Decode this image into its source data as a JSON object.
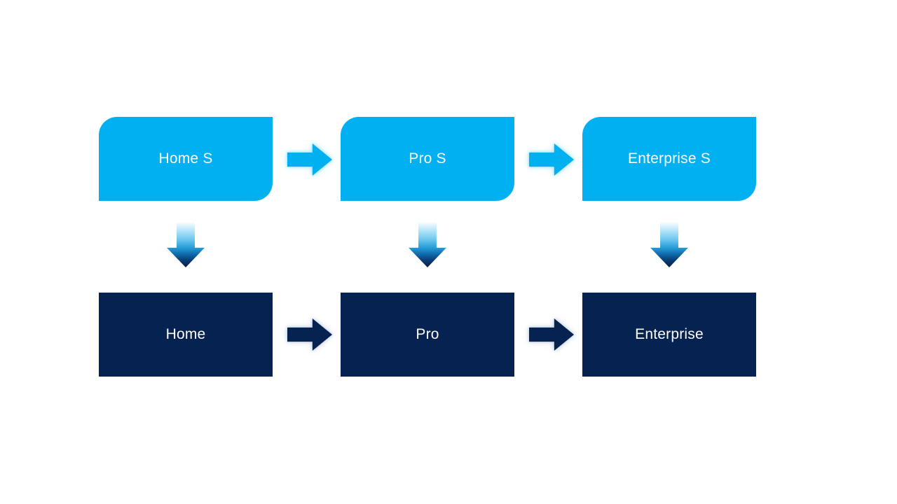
{
  "diagram": {
    "title": "",
    "columns": [
      {
        "top_label": "Home S",
        "bottom_label": "Home"
      },
      {
        "top_label": "Pro S",
        "bottom_label": "Pro"
      },
      {
        "top_label": "Enterprise S",
        "bottom_label": "Enterprise"
      }
    ],
    "connectors": {
      "horizontal_icon": "right-arrow",
      "vertical_icon": "down-arrow"
    }
  },
  "colors": {
    "light_blue": "#00B0F0",
    "dark_navy": "#062250",
    "text": "#FFFFFF",
    "background": "#FFFFFF",
    "light_arrow_glow": "#9FE0FA",
    "dark_arrow_glow": "#C3D0E1"
  }
}
